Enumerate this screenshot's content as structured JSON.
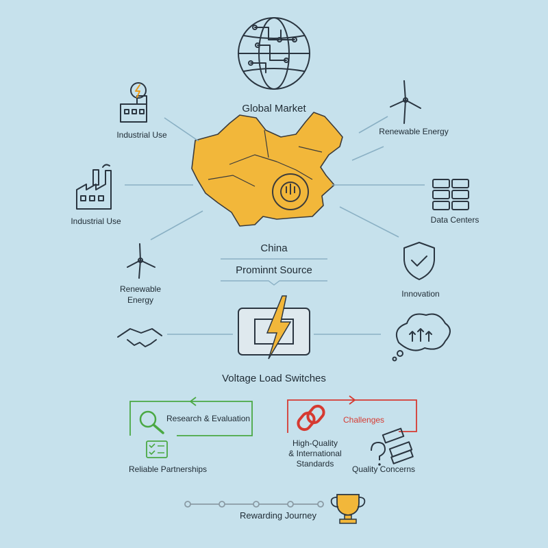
{
  "diagram": {
    "global_market": "Global Market",
    "industrial_use_top": "Industrial Use",
    "industrial_use_mid": "Industrial Use",
    "renewable_left": "Renewable\nEnergy",
    "renewable_right": "Renewable Energy",
    "data_centers": "Data Centers",
    "innovation": "Innovation",
    "china": "China",
    "prominent_source": "Prominnt Source",
    "voltage_switches": "Voltage Load Switches",
    "research": "Research & Evaluation",
    "reliable": "Reliable Partnerships",
    "challenges": "Challenges",
    "high_quality": "High-Quality\n& International\nStandards",
    "quality_concerns": "Quality Concerns",
    "rewarding": "Rewarding Journey"
  },
  "colors": {
    "background": "#c6e1ec",
    "map_fill": "#f2b73a",
    "green_loop": "#4aa843",
    "red_loop": "#d63a31",
    "arrow": "#8ab0c4",
    "ink": "#2a3540"
  },
  "icons": [
    "globe-circuit-icon",
    "factory-lightning-icon",
    "factory-icon",
    "wind-turbine-icon",
    "server-rack-icon",
    "shield-check-icon",
    "chip-lightning-icon",
    "handshake-icon",
    "thought-bubble-arrows-icon",
    "magnifier-icon",
    "checklist-icon",
    "chain-link-icon",
    "question-icon",
    "money-stack-icon",
    "trophy-icon"
  ]
}
